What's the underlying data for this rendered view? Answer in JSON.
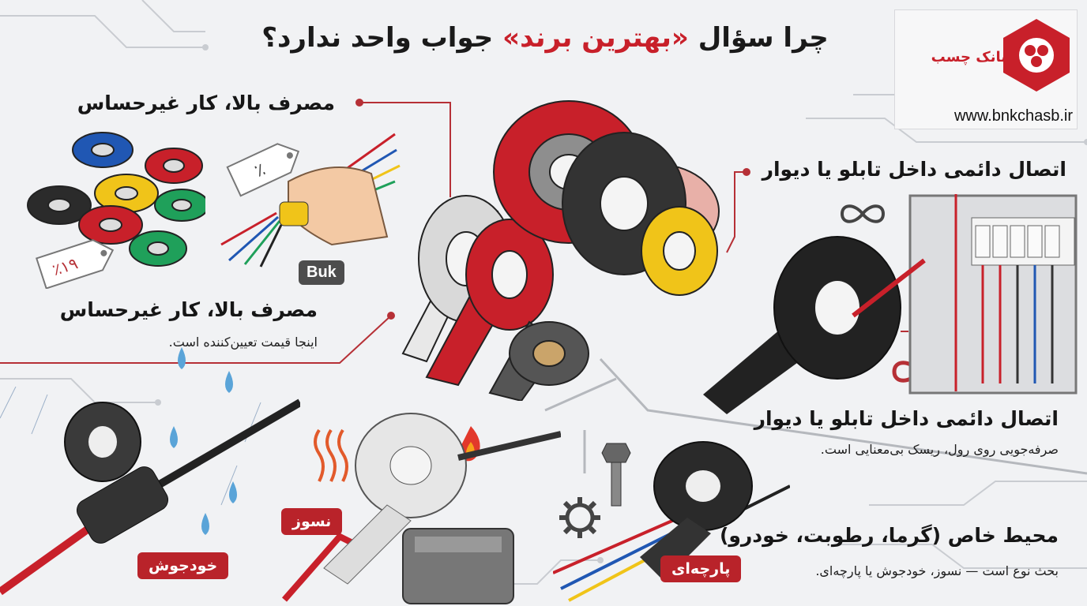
{
  "title": {
    "part1": "چرا سؤال",
    "highlight": "«بهترین برند»",
    "part2": "جواب واحد ندارد؟"
  },
  "brand": {
    "name": "بانک چسب",
    "url": "www.bnkchasb.ir",
    "color": "#c8202a"
  },
  "section_price": {
    "heading_top": "مصرف بالا، کار غیرحساس",
    "heading": "مصرف بالا، کار غیرحساس",
    "text": "اینجا قیمت تعیین‌کننده است.",
    "tag_label": "Buk",
    "price_tags": [
      "٪",
      "٪۱۹"
    ]
  },
  "section_permanent": {
    "heading_top": "اتصال دائمی داخل تابلو یا دیوار",
    "heading": "اتصال دائمی داخل تابلو یا دیوار",
    "text": "صرفه‌جویی روی رول، ریسک بی‌معنایی است."
  },
  "section_special": {
    "heading": "محیط خاص (گرما، رطوبت، خودرو)",
    "text": "بحث نوع است — نسوز، خودجوش یا پارچه‌ای."
  },
  "labels": {
    "self_fusing": "خودجوش",
    "fireproof": "نسوز",
    "fabric": "پارچه‌ای"
  },
  "icons": [
    "infinity-icon",
    "flame-icon",
    "heat-waves-icon",
    "water-drops-icon",
    "gear-icon",
    "bolt-icon"
  ],
  "colors": {
    "accent": "#c8202a",
    "line": "#b63036",
    "background": "#f1f2f4"
  }
}
